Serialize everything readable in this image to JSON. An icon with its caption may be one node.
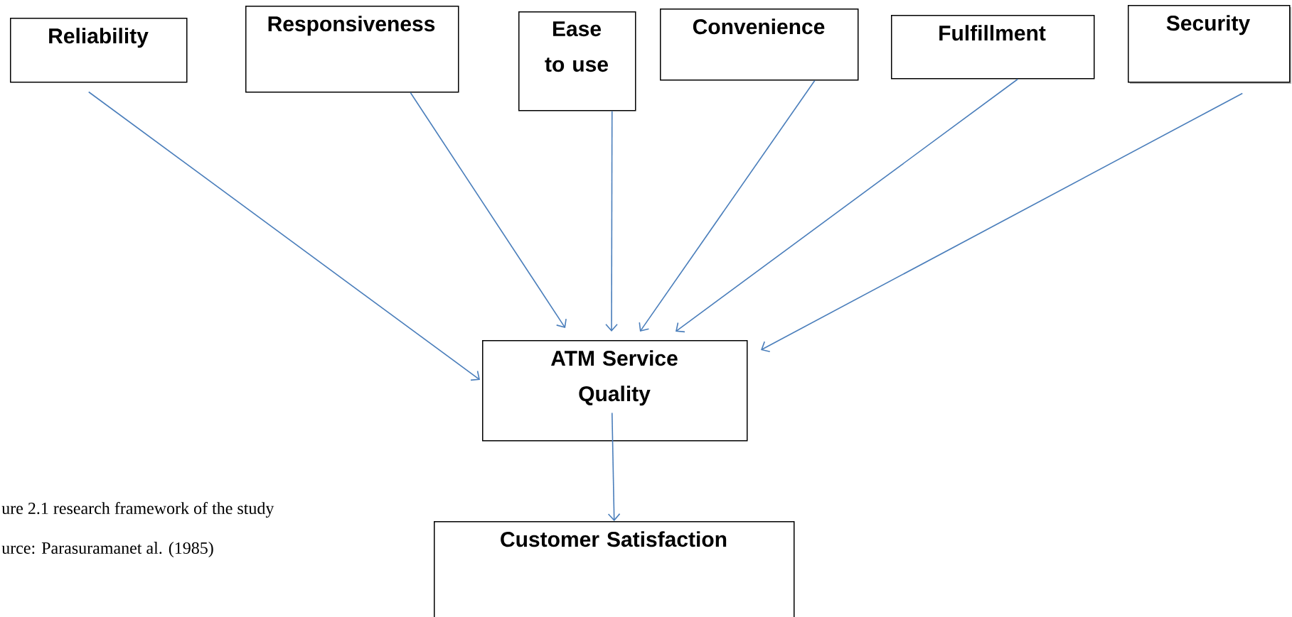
{
  "diagram": {
    "nodes": [
      {
        "text": [
          "Reliability"
        ]
      },
      {
        "text": [
          "Responsiveness"
        ]
      },
      {
        "text": [
          "Ease to use"
        ]
      },
      {
        "text": [
          "Convenience"
        ]
      },
      {
        "text": [
          "Fulfillment"
        ]
      },
      {
        "text": [
          "Security"
        ]
      },
      {
        "text": [
          "ATM Service Quality"
        ]
      },
      {
        "text": [
          "Customer Satisfaction"
        ]
      }
    ],
    "edges": [
      {
        "from": 0,
        "to": 6,
        "arrow": "to"
      },
      {
        "from": 1,
        "to": 6,
        "arrow": "to"
      },
      {
        "from": 2,
        "to": 6,
        "arrow": "to"
      },
      {
        "from": 3,
        "to": 6,
        "arrow": "to"
      },
      {
        "from": 4,
        "to": 6,
        "arrow": "to"
      },
      {
        "from": 5,
        "to": 6,
        "arrow": "to"
      },
      {
        "from": 6,
        "to": 7,
        "arrow": "to"
      }
    ],
    "labels": [
      "ure 2.1 research framework of the study",
      "urce: Parasuramanet al. (1985)"
    ]
  }
}
